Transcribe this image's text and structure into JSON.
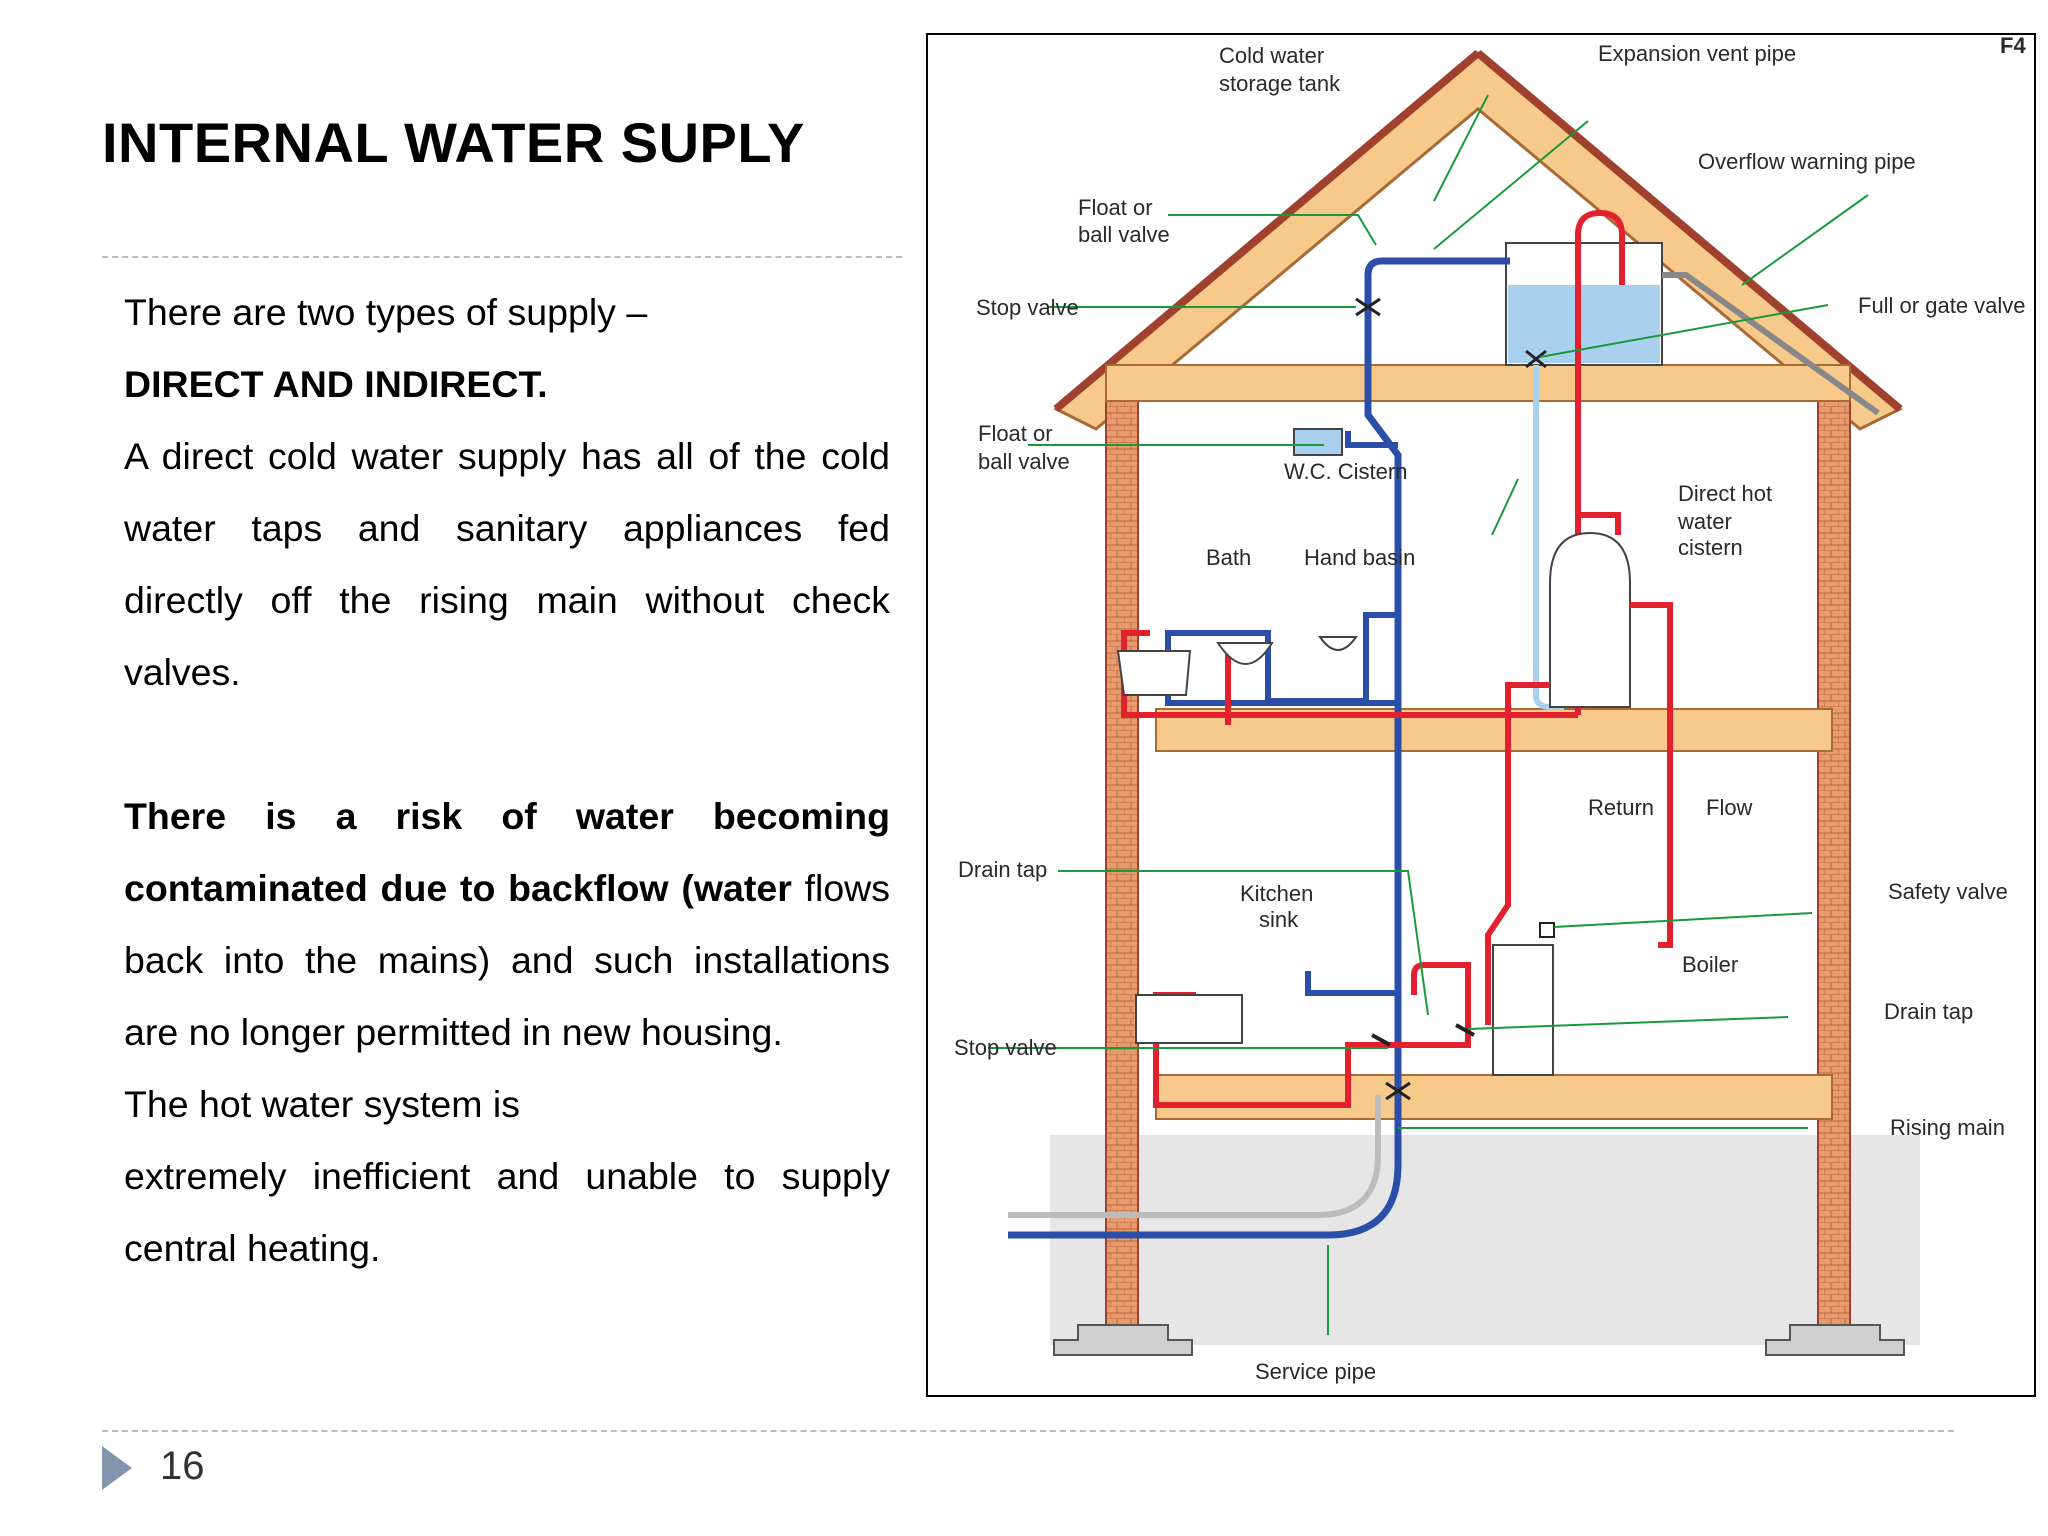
{
  "slide": {
    "title": "INTERNAL WATER SUPLY",
    "page_number": "16"
  },
  "body": {
    "p1": "There are two types of supply –",
    "p2": "DIRECT AND INDIRECT.",
    "p3": "A direct cold water supply has all of the cold water taps and sanitary appliances fed directly off the rising main without check valves.",
    "p4_bold": "There is a risk of water becoming contaminated due to backflow (water",
    "p4_rest": "flows back into the mains) and such installations are no longer permitted in new housing.",
    "p5": "The hot water system is",
    "p6": "extremely inefficient and unable to supply central heating."
  },
  "diagram": {
    "figure_code": "F4",
    "labels": {
      "cold_tank_1": "Cold water",
      "cold_tank_2": "storage tank",
      "expansion_pipe": "Expansion vent pipe",
      "overflow_pipe": "Overflow warning pipe",
      "float_top_1": "Float or",
      "float_top_2": "ball valve",
      "stop_valve_top": "Stop valve",
      "gate_valve": "Full or gate valve",
      "float_wc_1": "Float or",
      "float_wc_2": "ball valve",
      "wc_cistern": "W.C. Cistern",
      "dhw_1": "Direct hot",
      "dhw_2": "water",
      "dhw_3": "cistern",
      "bath": "Bath",
      "hand_basin": "Hand basin",
      "return": "Return",
      "flow": "Flow",
      "drain_tap_left": "Drain tap",
      "kitchen_1": "Kitchen",
      "kitchen_2": "sink",
      "safety_valve": "Safety valve",
      "boiler": "Boiler",
      "drain_tap_right": "Drain tap",
      "stop_valve_bottom": "Stop valve",
      "rising_main": "Rising main",
      "service_pipe": "Service pipe"
    },
    "colors": {
      "cold_pipe": "#2b4fa8",
      "hot_pipe": "#e3202e",
      "feed_pipe": "#a9d1ee",
      "leader": "#1a9a3a",
      "timber": "#f7c98a",
      "brick": "#e59a6a"
    }
  }
}
